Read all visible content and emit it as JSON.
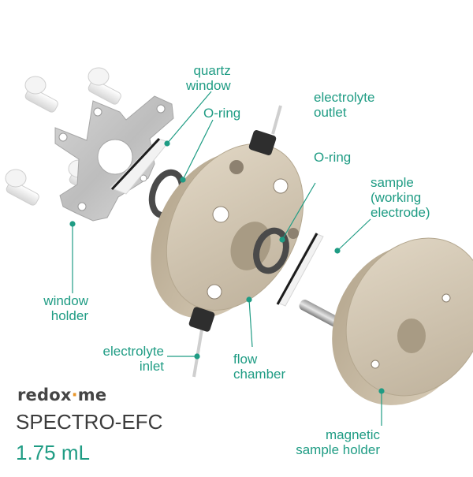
{
  "accent_color": "#1f9c84",
  "text_color": "#3c3c3c",
  "brand_accent_color": "#e8962a",
  "labels": {
    "quartz_window": [
      "quartz",
      "window"
    ],
    "o_ring_left": "O-ring",
    "electrolyte_outlet": [
      "electrolyte",
      "outlet"
    ],
    "o_ring_right": "O-ring",
    "sample": [
      "sample",
      "(working",
      "electrode)"
    ],
    "window_holder": [
      "window",
      "holder"
    ],
    "electrolyte_inlet": [
      "electrolyte",
      "inlet"
    ],
    "flow_chamber": [
      "flow",
      "chamber"
    ],
    "magnetic_sample_holder": [
      "magnetic",
      "sample holder"
    ]
  },
  "brand": {
    "name_part1": "redox",
    "name_dot": "·",
    "name_part2": "me"
  },
  "product_name": "SPECTRO-EFC",
  "volume": "1.75 mL"
}
